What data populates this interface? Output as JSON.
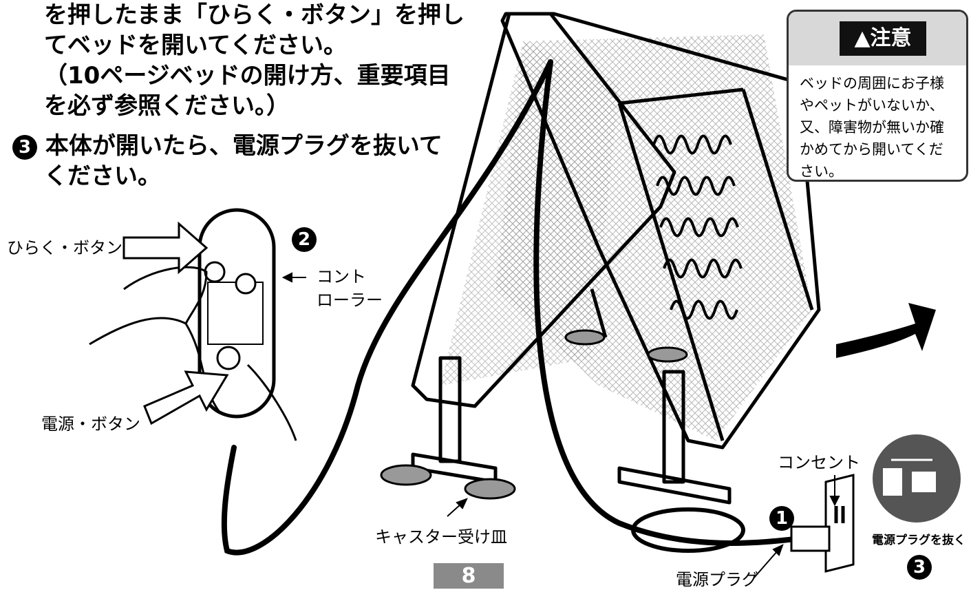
{
  "instructions": {
    "line1": "を押したまま「ひらく・ボタン」を押し",
    "line2": "てベッドを開いてください。",
    "line3": "（10ページベッドの開け方、重要項目",
    "line4": "を必ず参照ください。）",
    "step3_badge": "3",
    "step3_line1": "本体が開いたら、電源プラグを抜いて",
    "step3_line2": "ください。"
  },
  "labels": {
    "open_button": "ひらく・ボタン",
    "power_button": "電源・ボタン",
    "controller_line1": "コント",
    "controller_line2": "ローラー",
    "controller_badge": "2",
    "caster_tray": "キャスター受け皿",
    "outlet": "コンセント",
    "outlet_badge": "1",
    "plug": "電源プラグ",
    "unplug": "電源プラグを抜く",
    "unplug_badge": "3"
  },
  "caution": {
    "title": "▲注意",
    "text_line1": "ベッドの周囲にお子様",
    "text_line2": "やペットがいないか、",
    "text_line3": "又、障害物が無いか確",
    "text_line4": "かめてから開いてくだ",
    "text_line5": "さい。"
  },
  "page": {
    "number": "8"
  }
}
